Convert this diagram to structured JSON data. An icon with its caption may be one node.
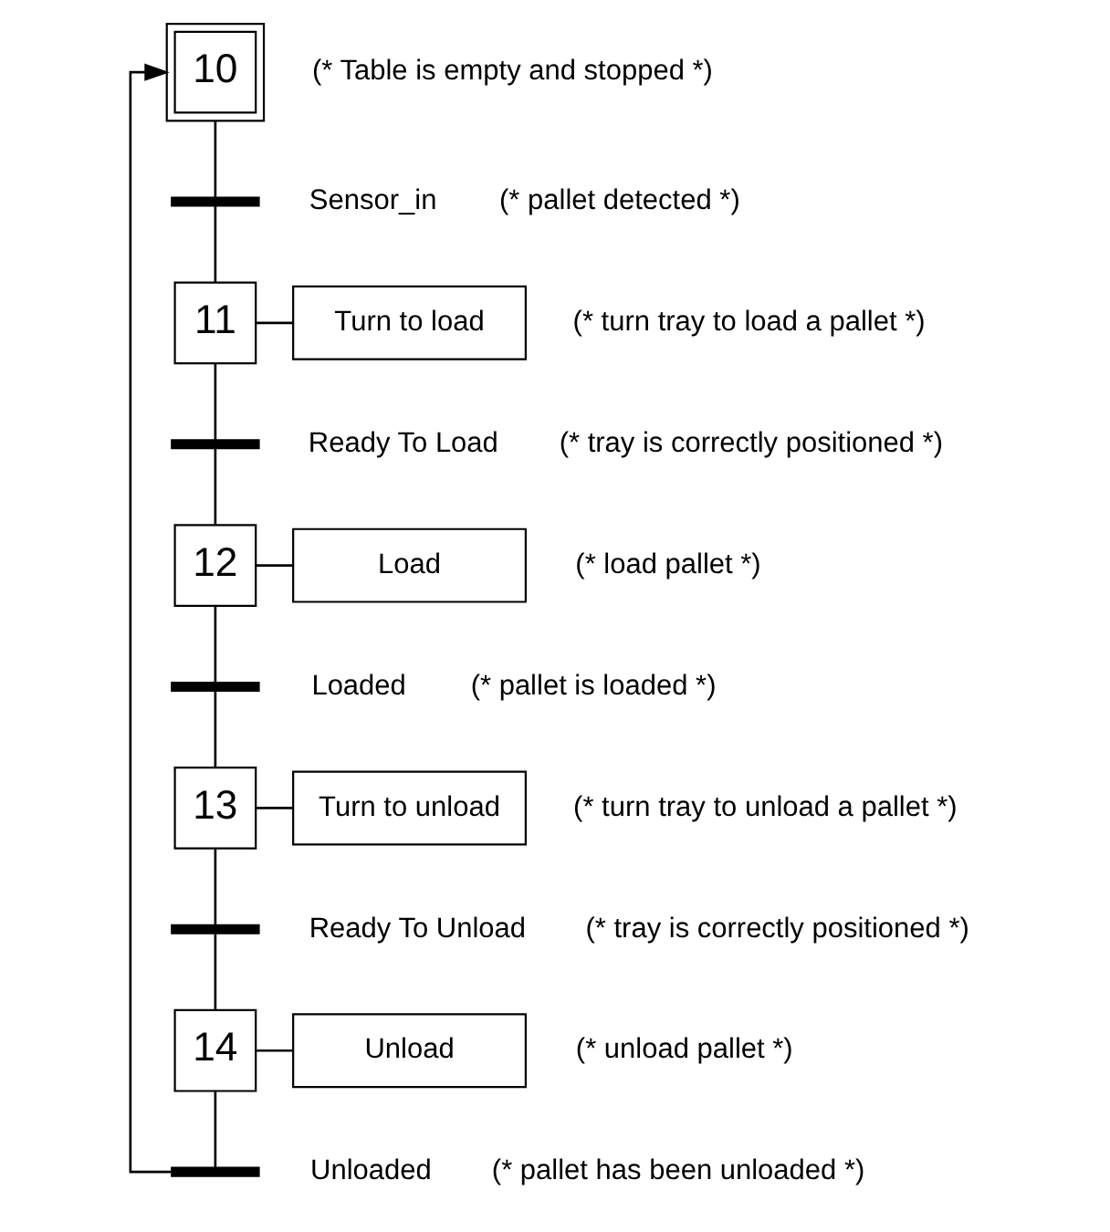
{
  "diagram": {
    "nodes": [
      {
        "text": [
          "10"
        ],
        "beside": [
          "(* Table is empty and stopped *)"
        ]
      },
      {
        "text": [],
        "shape": "bar",
        "beside": [
          "Sensor_in",
          "(* pallet detected *)"
        ]
      },
      {
        "text": [
          "11"
        ]
      },
      {
        "text": [
          "Turn to load"
        ],
        "beside": [
          "(* turn tray to load a pallet *)"
        ]
      },
      {
        "text": [],
        "shape": "bar",
        "beside": [
          "Ready To Load",
          "(* tray is correctly positioned *)"
        ]
      },
      {
        "text": [
          "12"
        ]
      },
      {
        "text": [
          "Load"
        ],
        "beside": [
          "(* load pallet *)"
        ]
      },
      {
        "text": [],
        "shape": "bar",
        "beside": [
          "Loaded",
          "(* pallet is loaded *)"
        ]
      },
      {
        "text": [
          "13"
        ]
      },
      {
        "text": [
          "Turn to unload"
        ],
        "beside": [
          "(* turn tray to unload a pallet *)"
        ]
      },
      {
        "text": [],
        "shape": "bar",
        "beside": [
          "Ready To Unload",
          "(* tray is correctly positioned *)"
        ]
      },
      {
        "text": [
          "14"
        ]
      },
      {
        "text": [
          "Unload"
        ],
        "beside": [
          "(* unload pallet *)"
        ]
      },
      {
        "text": [],
        "shape": "bar",
        "beside": [
          "Unloaded",
          "(* pallet has been unloaded *)"
        ]
      }
    ],
    "edges": [
      {
        "from": 0,
        "to": 1,
        "arrow": "none"
      },
      {
        "from": 1,
        "to": 2,
        "arrow": "none"
      },
      {
        "from": 2,
        "to": 3,
        "arrow": "none"
      },
      {
        "from": 2,
        "to": 4,
        "arrow": "none"
      },
      {
        "from": 4,
        "to": 5,
        "arrow": "none"
      },
      {
        "from": 5,
        "to": 6,
        "arrow": "none"
      },
      {
        "from": 5,
        "to": 7,
        "arrow": "none"
      },
      {
        "from": 7,
        "to": 8,
        "arrow": "none"
      },
      {
        "from": 8,
        "to": 9,
        "arrow": "none"
      },
      {
        "from": 8,
        "to": 10,
        "arrow": "none"
      },
      {
        "from": 10,
        "to": 11,
        "arrow": "none"
      },
      {
        "from": 11,
        "to": 12,
        "arrow": "none"
      },
      {
        "from": 11,
        "to": 13,
        "arrow": "none"
      },
      {
        "from": 13,
        "to": 0,
        "arrow": "to"
      }
    ]
  }
}
